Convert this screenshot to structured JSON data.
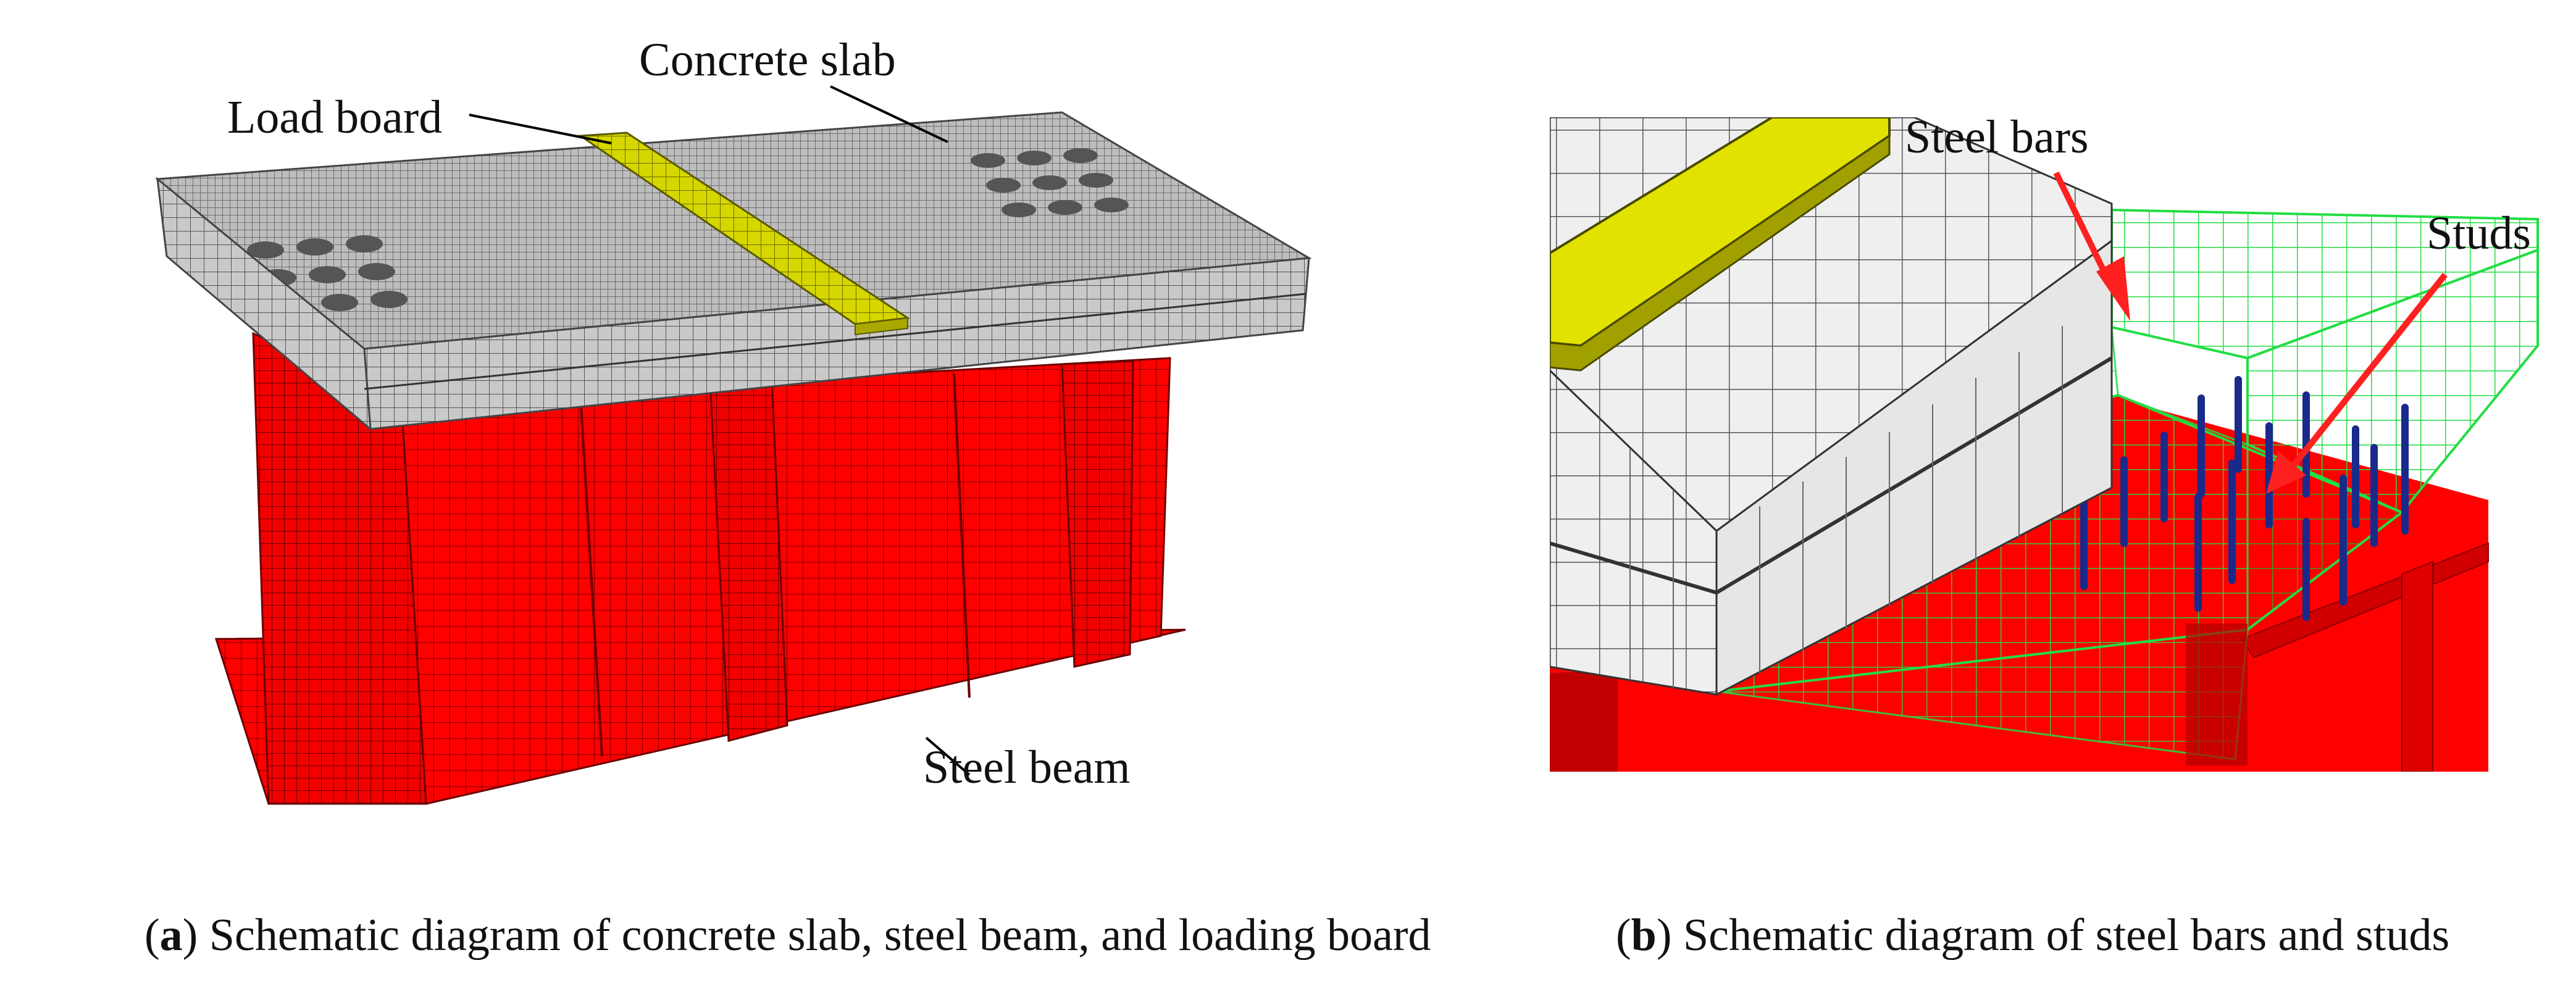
{
  "panel_a": {
    "labels": {
      "load_board": "Load board",
      "concrete_slab": "Concrete slab",
      "steel_beam": "Steel beam"
    },
    "caption": {
      "letter": "a",
      "text": " Schematic diagram of concrete slab, steel beam, and loading board"
    }
  },
  "panel_b": {
    "labels": {
      "steel_bars": "Steel bars",
      "studs": "Studs"
    },
    "caption": {
      "letter": "b",
      "text": " Schematic diagram of steel bars and studs"
    }
  },
  "colors": {
    "steel": "#ff0000",
    "steel_dark": "#c80000",
    "mesh_line": "#6a0000",
    "concrete": "#c9c9c9",
    "concrete_light": "#eeeeee",
    "load_board": "#d6d600",
    "rebar": "#22dd44",
    "stud": "#1a2a8a",
    "arrow": "#ff2020"
  }
}
